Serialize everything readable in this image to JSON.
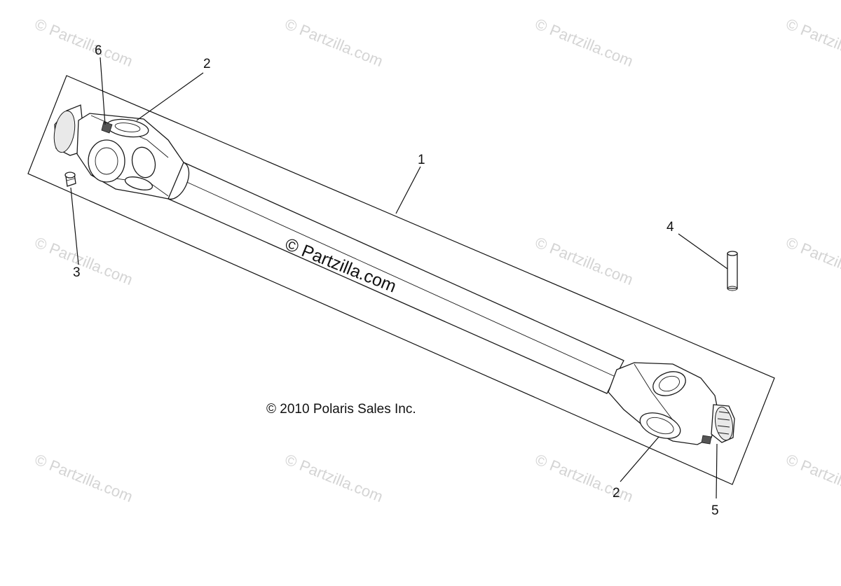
{
  "diagram": {
    "callouts": [
      {
        "id": "1",
        "label": "1"
      },
      {
        "id": "2a",
        "label": "2"
      },
      {
        "id": "2b",
        "label": "2"
      },
      {
        "id": "3",
        "label": "3"
      },
      {
        "id": "4",
        "label": "4"
      },
      {
        "id": "5",
        "label": "5"
      },
      {
        "id": "6",
        "label": "6"
      }
    ],
    "copyright": "© 2010 Polaris Sales Inc.",
    "watermark_center": "© Partzilla.com",
    "watermark": "© Partzilla.com"
  }
}
